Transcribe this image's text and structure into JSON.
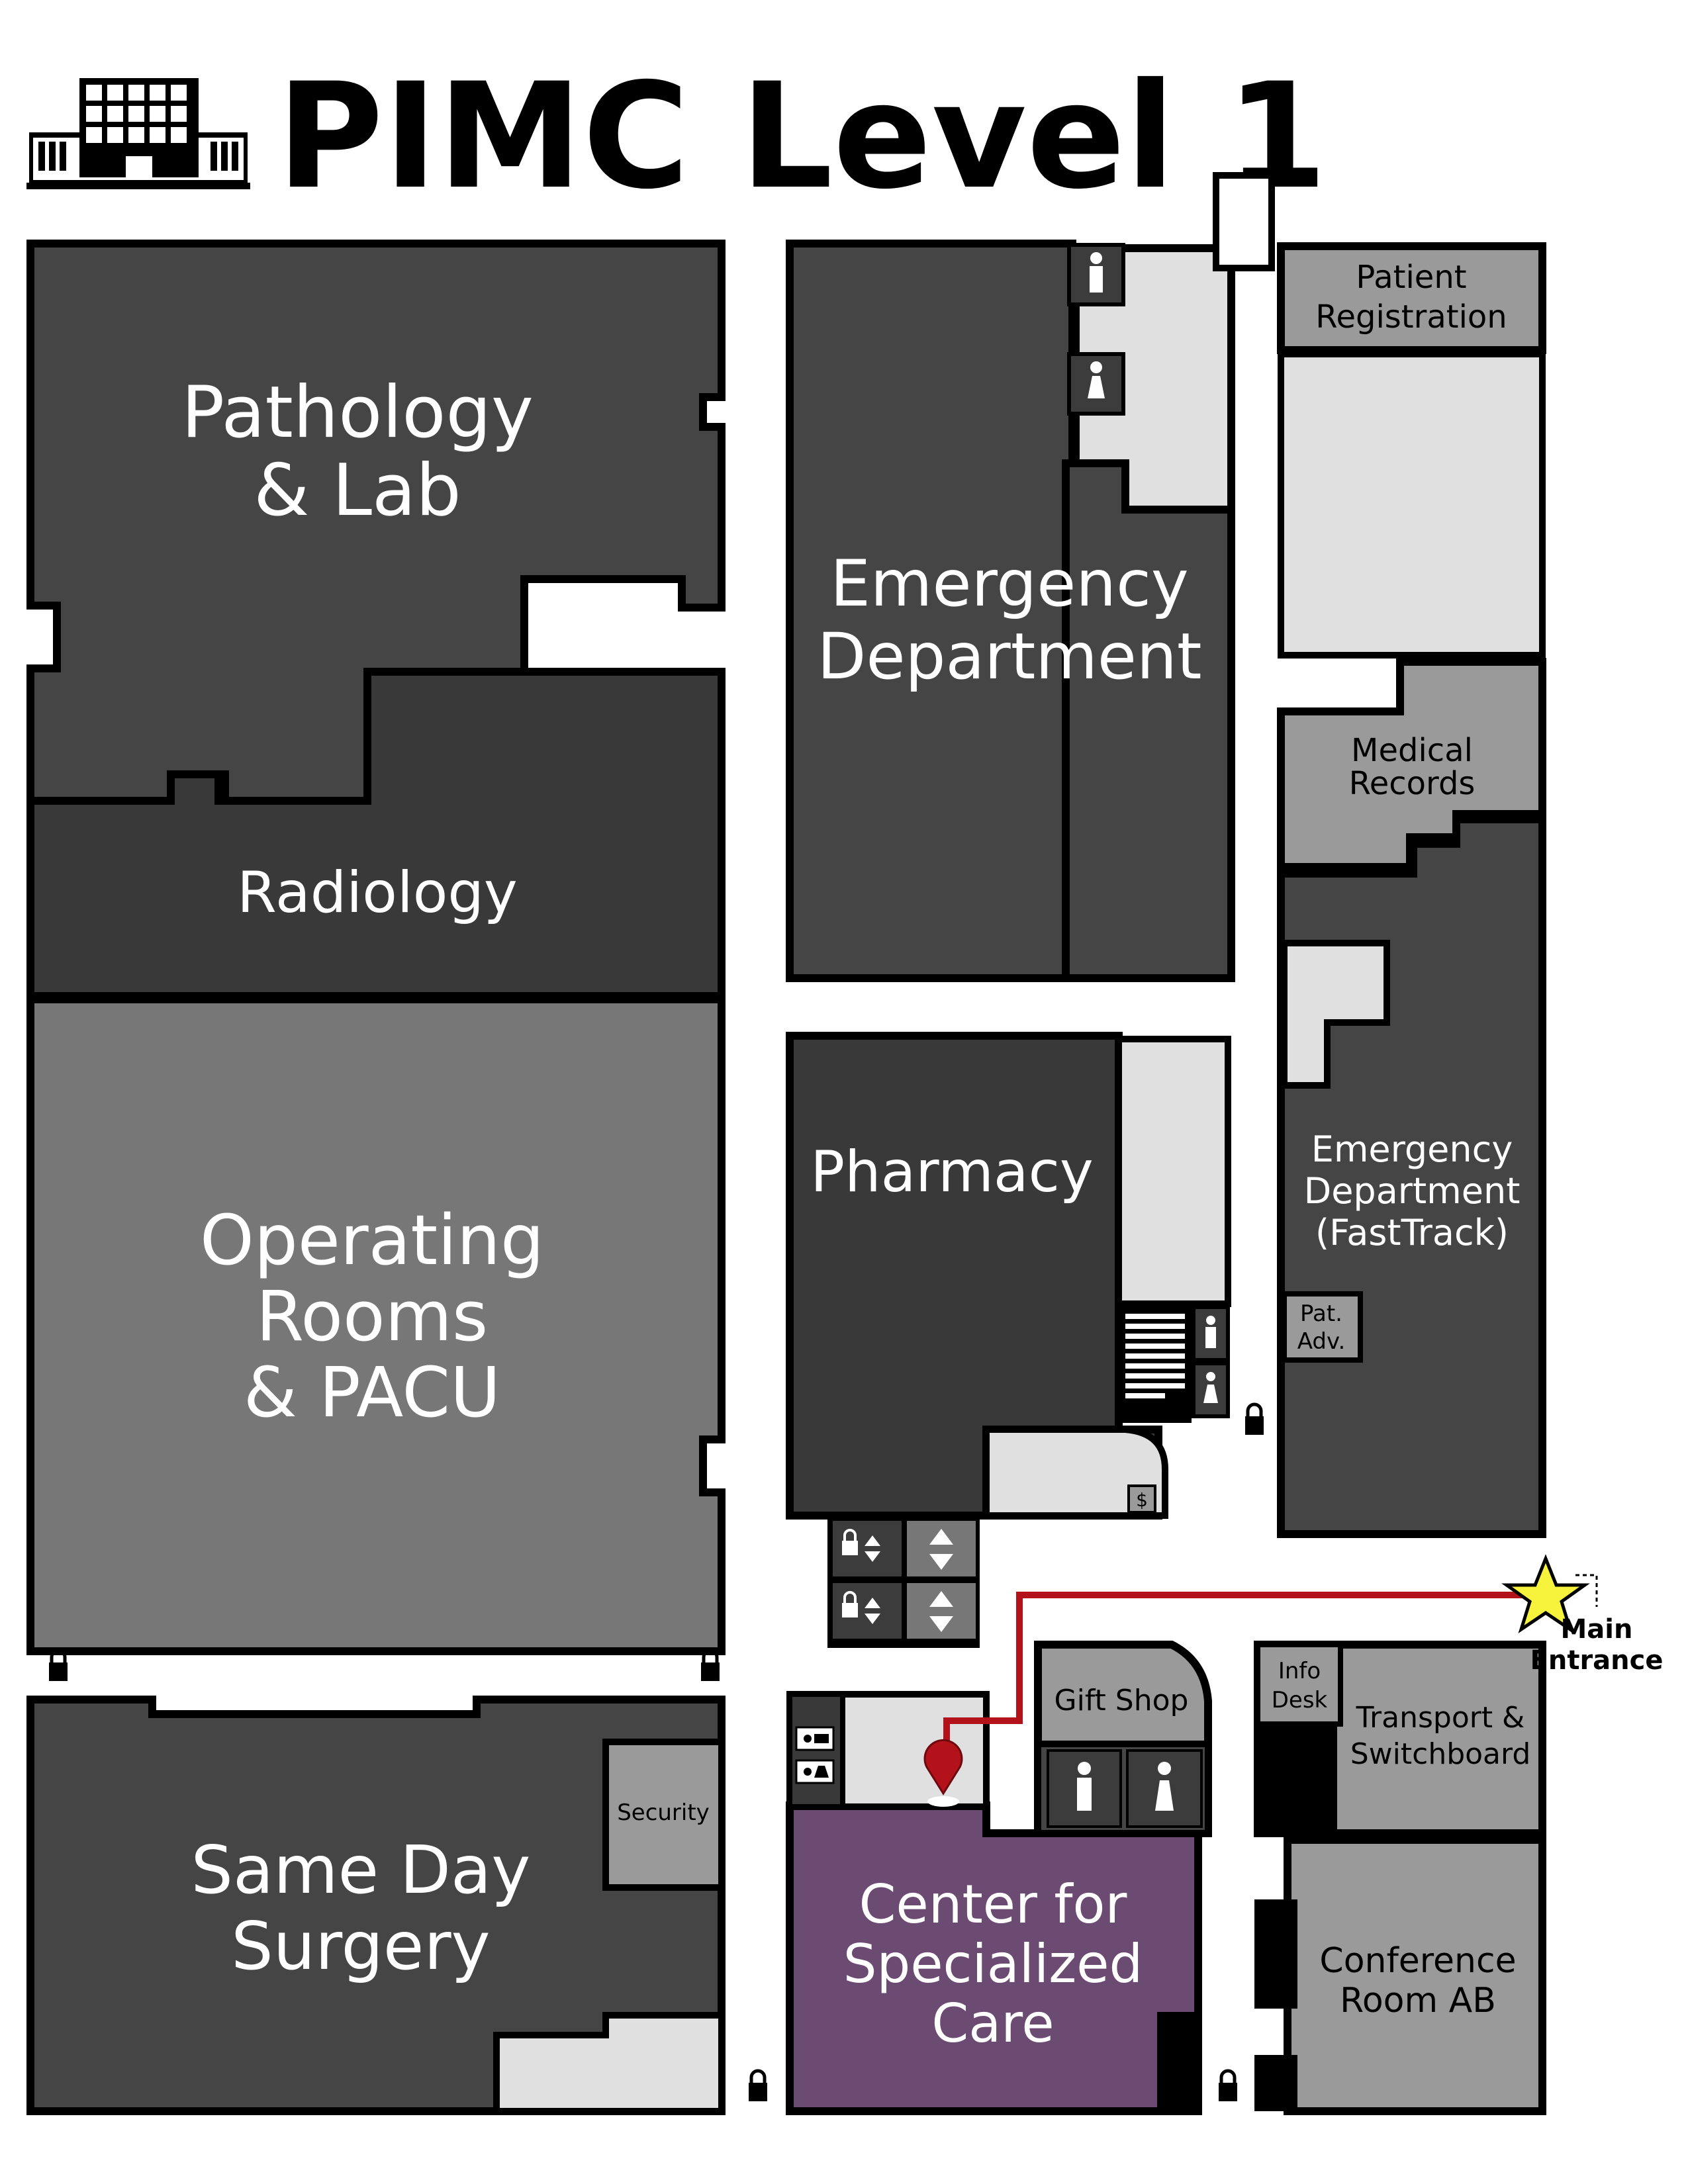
{
  "title": "PIMC Level 1",
  "colors": {
    "dark_gray": "#454545",
    "darker_gray": "#393939",
    "mid_gray": "#777777",
    "light_gray": "#9a9a9a",
    "pale_gray": "#e0e0e0",
    "purple": "#6b4b72",
    "route_red": "#b3121b",
    "star_yellow": "#f7f23c"
  },
  "rooms": {
    "pathology": {
      "line1": "Pathology",
      "line2": "& Lab"
    },
    "radiology": {
      "label": "Radiology"
    },
    "operating": {
      "line1": "Operating",
      "line2": "Rooms",
      "line3": "& PACU"
    },
    "same_day": {
      "line1": "Same Day",
      "line2": "Surgery"
    },
    "security": {
      "label": "Security"
    },
    "emergency": {
      "line1": "Emergency",
      "line2": "Department"
    },
    "pharmacy": {
      "label": "Pharmacy"
    },
    "patient_registration": {
      "line1": "Patient",
      "line2": "Registration"
    },
    "medical_records": {
      "line1": "Medical",
      "line2": "Records"
    },
    "fasttrack": {
      "line1": "Emergency",
      "line2": "Department",
      "line3": "(FastTrack)"
    },
    "patient_advocate": {
      "line1": "Pat.",
      "line2": "Adv."
    },
    "gift_shop": {
      "label": "Gift Shop"
    },
    "info_desk": {
      "line1": "Info",
      "line2": "Desk"
    },
    "transport": {
      "line1": "Transport &",
      "line2": "Switchboard"
    },
    "conference": {
      "line1": "Conference",
      "line2": "Room AB"
    },
    "specialized_care": {
      "line1": "Center for",
      "line2": "Specialized",
      "line3": "Care"
    }
  },
  "main_entrance": {
    "line1": "Main",
    "line2": "Entrance"
  },
  "icons": {
    "atm": "$",
    "restroom_men": "men-restroom-icon",
    "restroom_women": "women-restroom-icon",
    "elevator": "elevator-icon",
    "lock": "lock-icon",
    "star": "main-entrance-star-icon",
    "marker": "destination-marker-icon"
  }
}
